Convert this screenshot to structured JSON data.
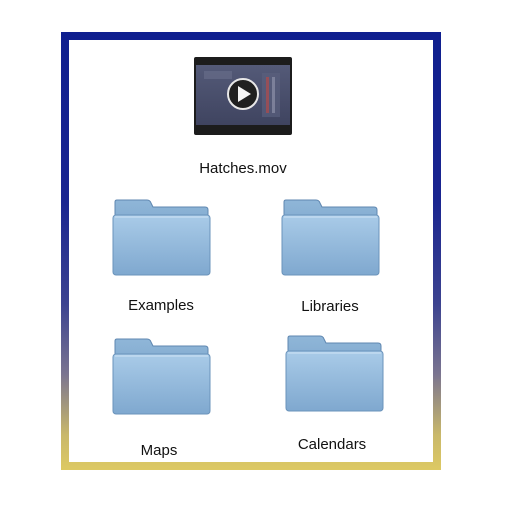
{
  "window": {
    "frame_colors": {
      "top": "#0f1f8f",
      "bottom": "#ddc963"
    }
  },
  "items": [
    {
      "label": "Hatches.mov",
      "icon": "movie-file-icon"
    },
    {
      "label": "Examples",
      "icon": "folder-icon"
    },
    {
      "label": "Libraries",
      "icon": "folder-icon"
    },
    {
      "label": "Maps",
      "icon": "folder-icon"
    },
    {
      "label": "Calendars",
      "icon": "folder-icon"
    }
  ]
}
